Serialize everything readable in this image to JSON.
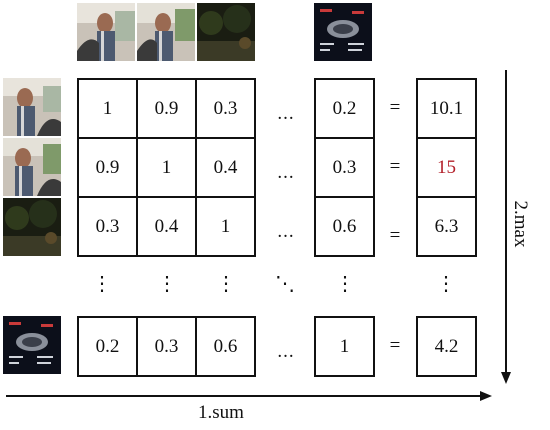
{
  "matrix": {
    "rows": [
      [
        "1",
        "0.9",
        "0.3",
        "0.2"
      ],
      [
        "0.9",
        "1",
        "0.4",
        "0.3"
      ],
      [
        "0.3",
        "0.4",
        "1",
        "0.6"
      ],
      [
        "0.2",
        "0.3",
        "0.6",
        "1"
      ]
    ],
    "row_sums": [
      "10.1",
      "15",
      "6.3",
      "4.2"
    ],
    "max_index": 1,
    "ellipsis_h": "...",
    "ellipsis_v": "⋮",
    "ellipsis_diag": "⋱",
    "equals": "="
  },
  "axes": {
    "sum_label": "1.sum",
    "max_label": "2.max"
  },
  "colors": {
    "highlight": "#b3202a",
    "stroke": "#111111"
  },
  "frames": {
    "top": [
      "driver-frame",
      "driver-frame",
      "road-frame",
      "dashboard-frame"
    ],
    "left": [
      "driver-frame",
      "driver-frame",
      "road-frame",
      "dashboard-frame"
    ]
  }
}
